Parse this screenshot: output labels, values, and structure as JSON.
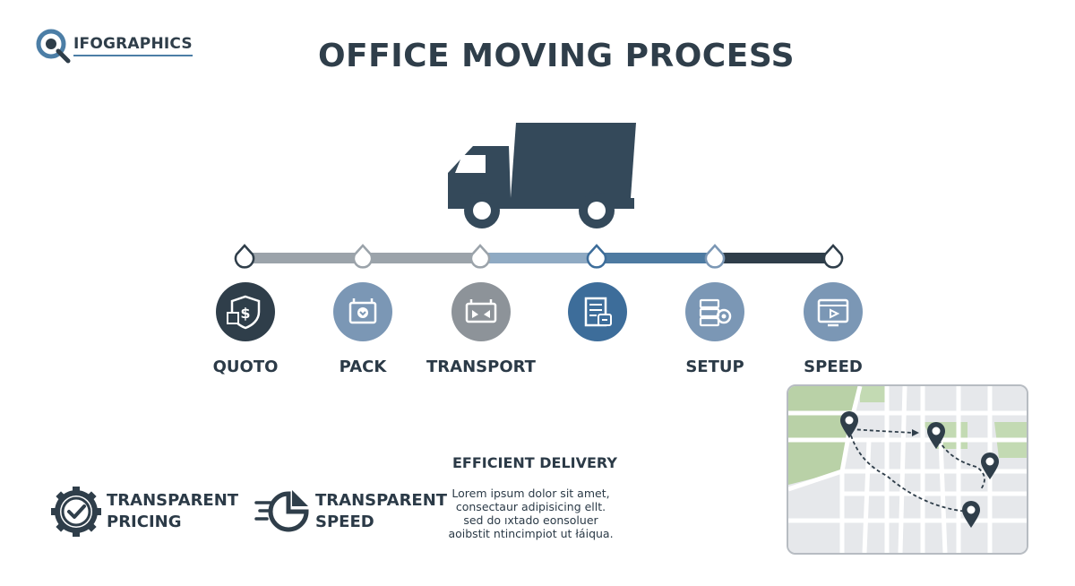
{
  "brand": {
    "logo_text": "IFOGRAPHICS"
  },
  "title": "OFFICE MOVING PROCESS",
  "steps": [
    {
      "label": "QUOTO",
      "icon": "shield-dollar-icon",
      "color": "#2f3e4a"
    },
    {
      "label": "PACK",
      "icon": "box-icon",
      "color": "#7b97b5"
    },
    {
      "label": "TRANSPORT",
      "icon": "crate-icon",
      "color": "#8d9399"
    },
    {
      "label": "",
      "icon": "document-checklist-icon",
      "color": "#3d6d9a"
    },
    {
      "label": "SETUP",
      "icon": "server-gear-icon",
      "color": "#7b97b5"
    },
    {
      "label": "SPEED",
      "icon": "monitor-play-icon",
      "color": "#7b97b5"
    }
  ],
  "timeline_colors": [
    "#9ba3aa",
    "#9ba3aa",
    "#8faac3",
    "#4d7aa1",
    "#2f3e4a"
  ],
  "features": {
    "pricing": {
      "line1": "TRANSPARENT",
      "line2": "PRICING",
      "icon": "gear-check-icon"
    },
    "speed": {
      "line1": "TRANSPARENT",
      "line2": "SPEED",
      "icon": "speed-play-icon"
    }
  },
  "delivery": {
    "title": "EFFICIENT DELIVERY",
    "lines": [
      "Lorem ipsum dolor sit amet,",
      "consectaur adipisicing ellt.",
      "sed do ıxtado eonsoluer",
      "aoibstit ntincimpiot ut łáiqua."
    ]
  },
  "map": {
    "icon": "route-map-icon"
  }
}
